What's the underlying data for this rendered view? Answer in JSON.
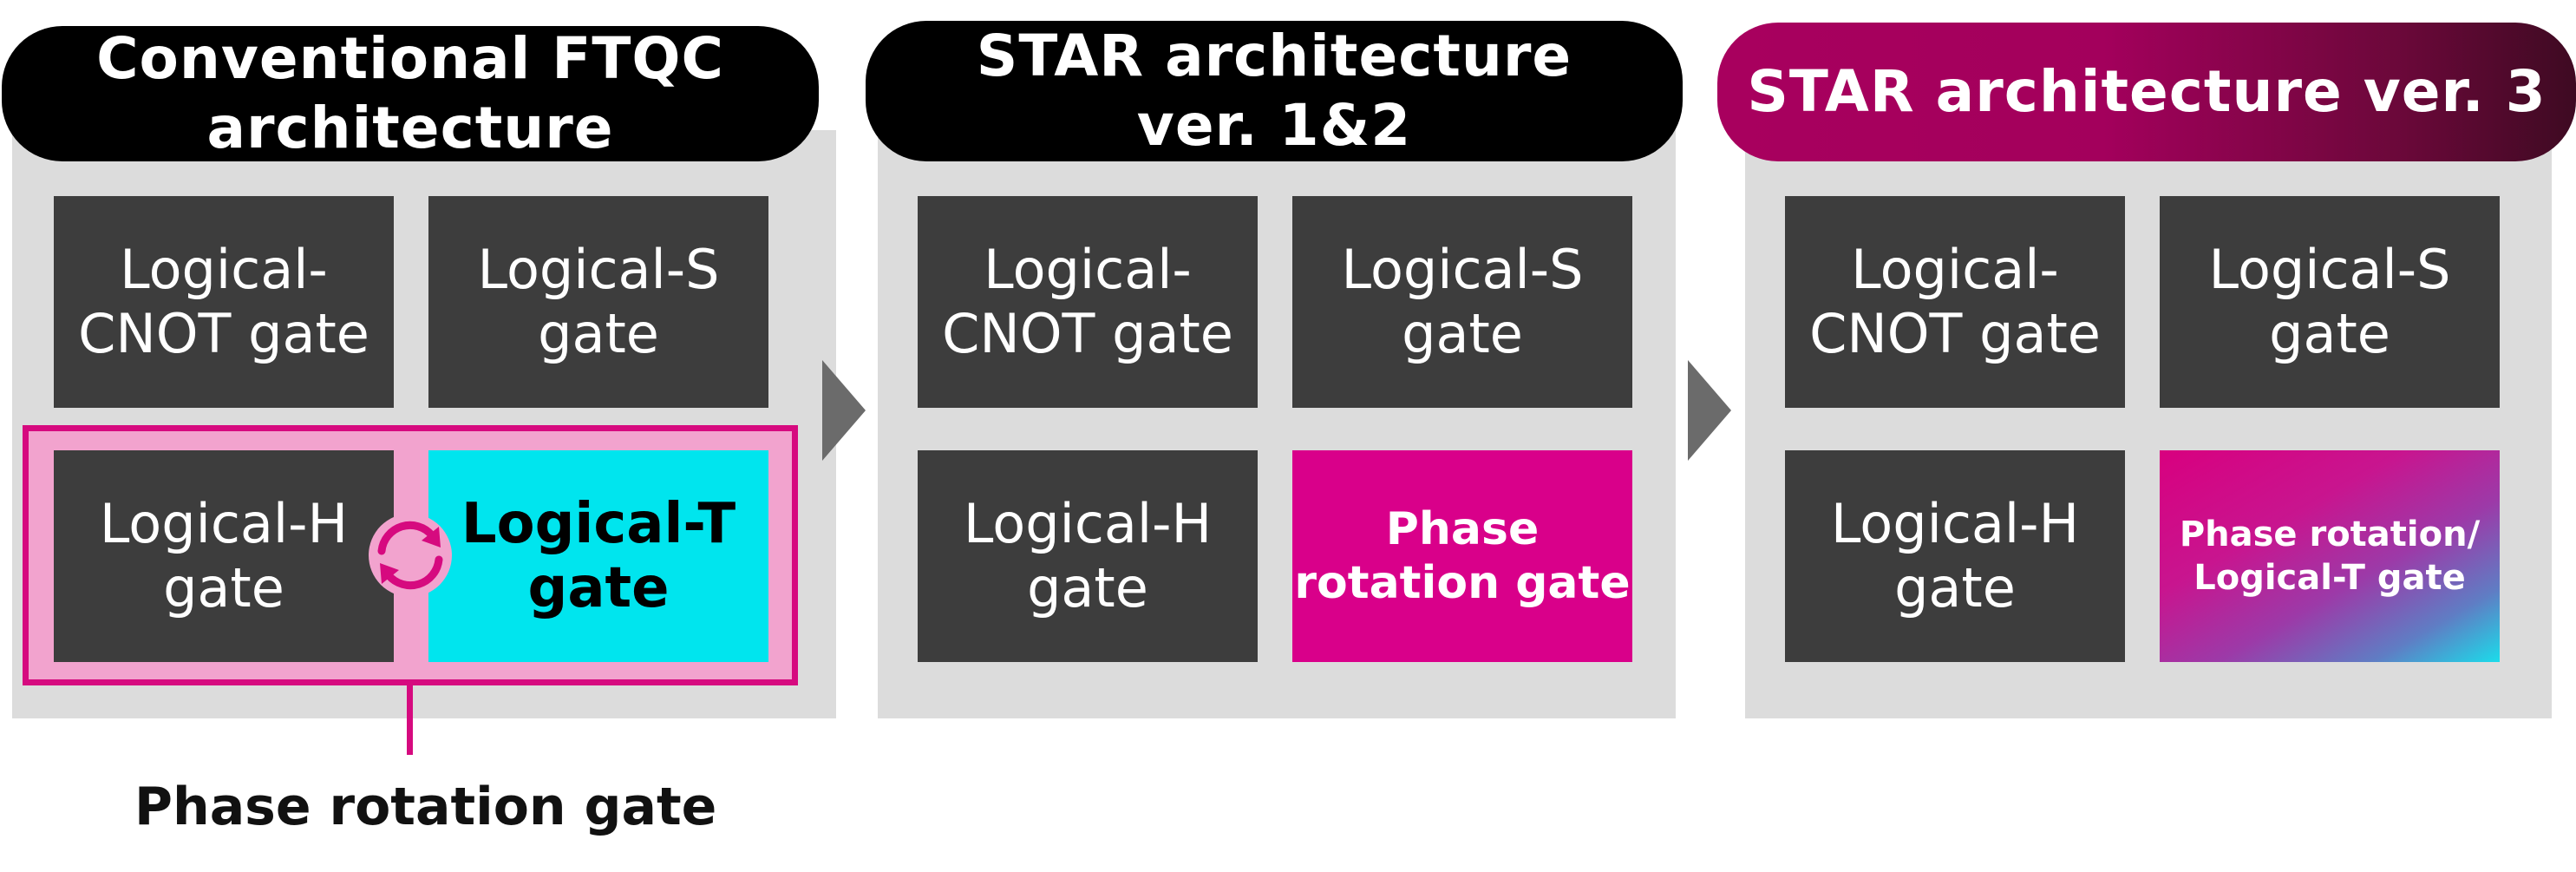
{
  "colors": {
    "panel": "#dcdcdc",
    "gate_dark": "#3d3d3d",
    "logical_t": "#00e5ee",
    "phase_rotation": "#d9008a",
    "highlight_fill": "#f2a3ce",
    "highlight_border": "#d60a7f",
    "header_dark": "#000000",
    "arrow": "#6b6b6b"
  },
  "panels": [
    {
      "header": "Conventional FTQC\narchitecture",
      "gates": {
        "cnot": "Logical-\nCNOT gate",
        "s": "Logical-S\ngate",
        "h": "Logical-H\ngate",
        "t": "Logical-T\ngate"
      },
      "caption": "Phase rotation gate",
      "swap_icon": "swap-cycle-icon"
    },
    {
      "header": "STAR architecture\nver. 1&2",
      "gates": {
        "cnot": "Logical-\nCNOT gate",
        "s": "Logical-S\ngate",
        "h": "Logical-H\ngate",
        "t": "Phase\nrotation gate"
      }
    },
    {
      "header": "STAR architecture ver. 3",
      "gates": {
        "cnot": "Logical-\nCNOT gate",
        "s": "Logical-S\ngate",
        "h": "Logical-H\ngate",
        "t": "Phase rotation/\nLogical-T gate"
      }
    }
  ],
  "arrows": [
    "chevron-right-icon",
    "chevron-right-icon"
  ]
}
